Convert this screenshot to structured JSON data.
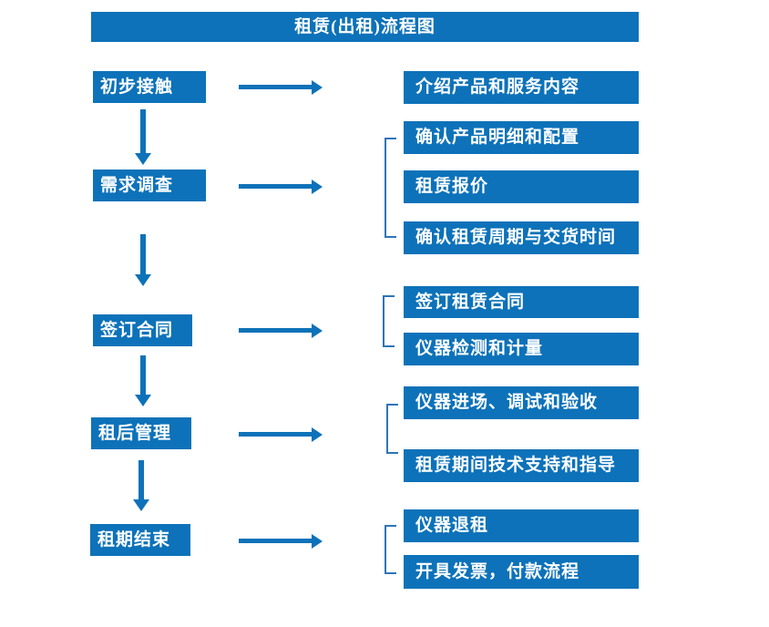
{
  "title": "租赁(出租)流程图",
  "colors": {
    "primary_blue": "#0d72b9",
    "bracket_blue": "#2e75b6",
    "text_white": "#ffffff",
    "background": "#ffffff"
  },
  "stages": [
    {
      "label": "初步接触",
      "outputs": [
        "介绍产品和服务内容"
      ]
    },
    {
      "label": "需求调查",
      "outputs": [
        "确认产品明细和配置",
        "租赁报价",
        "确认租赁周期与交货时间"
      ]
    },
    {
      "label": "签订合同",
      "outputs": [
        "签订租赁合同",
        "仪器检测和计量"
      ]
    },
    {
      "label": "租后管理",
      "outputs": [
        "仪器进场、调试和验收",
        "租赁期间技术支持和指导"
      ]
    },
    {
      "label": "租期结束",
      "outputs": [
        "仪器退租",
        "开具发票，付款流程"
      ]
    }
  ]
}
